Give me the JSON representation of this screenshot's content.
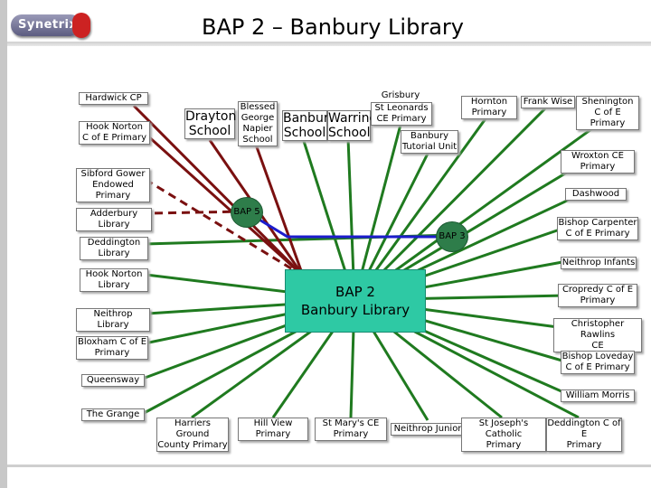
{
  "logo": {
    "text": "Synetrix"
  },
  "title": "BAP 2 – Banbury Library",
  "hub": {
    "label": "BAP 2\nBanbury Library"
  },
  "connectors": {
    "bap5": "BAP 5",
    "bap3": "BAP 3"
  },
  "nodes": {
    "hardwick": "Hardwick CP",
    "hook_norton_ce": "Hook Norton\nC of E Primary",
    "drayton": "Drayton\nSchool",
    "blessed_george": "Blessed\nGeorge\nNapier\nSchool",
    "banbury_school": "Banbury\nSchool",
    "warriner": "Warriner\nSchool",
    "grisbury": "Grisbury",
    "st_leonards": "St Leonards\nCE Primary",
    "banbury_tutorial": "Banbury\nTutorial Unit",
    "hornton": "Hornton\nPrimary",
    "frank_wise": "Frank Wise",
    "shenington": "Shenington\nC of E Primary",
    "wroxton": "Wroxton CE\nPrimary",
    "sibford": "Sibford Gower\nEndowed Primary",
    "dashwood": "Dashwood",
    "adderbury": "Adderbury Library",
    "bishop_carpenter": "Bishop Carpenter\nC of E Primary",
    "deddington_lib": "Deddington\nLibrary",
    "neithrop_infants": "Neithrop Infants",
    "hook_norton_lib": "Hook Norton\nLibrary",
    "cropredy": "Cropredy C of E\nPrimary",
    "neithrop_lib": "Neithrop Library",
    "christopher_rawlins": "Christopher Rawlins\nCE",
    "bloxham": "Bloxham C of E\nPrimary",
    "bishop_loveday": "Bishop Loveday\nC of E Primary",
    "queensway": "Queensway",
    "william_morris": "William Morris",
    "the_grange": "The Grange",
    "harriers": "Harriers Ground\nCounty Primary",
    "hill_view": "Hill View\nPrimary",
    "st_marys": "St Mary's CE\nPrimary",
    "neithrop_junior": "Neithrop Junior",
    "st_josephs": "St Joseph's Catholic\nPrimary",
    "deddington_ce": "Deddington C of E\nPrimary"
  },
  "colors": {
    "solid_link": "#1f7a1f",
    "dashed_link": "#7a1010",
    "backbone_link": "#1c1ccc",
    "hub_fill": "#2ec9a4",
    "bap_fill": "#2e7d4a"
  }
}
